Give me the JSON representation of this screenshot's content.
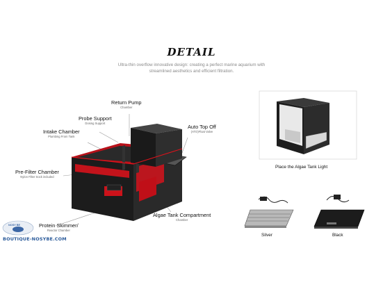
{
  "header": {
    "title": "DETAIL",
    "subtitle_line1": "Ultra-thin overflow innovative design: creating a perfect marine aquarium with",
    "subtitle_line2": "streamlined aesthetics and efficient filtration."
  },
  "callouts": {
    "return_pump": {
      "label": "Return Pump",
      "sub": "Chamber"
    },
    "probe_support": {
      "label": "Probe Support",
      "sub": "Dosing Support"
    },
    "intake_chamber": {
      "label": "Intake Chamber",
      "sub": "Plumbing From Tank"
    },
    "auto_top_off": {
      "label": "Auto Top Off",
      "sub": "(ATO)Float Valve"
    },
    "pre_filter": {
      "label": "Pre-Filter Chamber",
      "sub": "Nylon Filter Sock included"
    },
    "algae_tank": {
      "label": "Algae Tank Compartment",
      "sub": "Chamber"
    },
    "protein_skimmer": {
      "label": "Protein Skimmer/",
      "sub": "Reactor Chamber"
    }
  },
  "right_panel": {
    "algae_caption": "Place the Algae Tank Light",
    "silver_label": "Silver",
    "black_label": "Black"
  },
  "watermark": {
    "logo": "NOSY BE",
    "site": "BOUTIQUE-NOSYBE.COM"
  },
  "colors": {
    "accent_red": "#e0121b",
    "tank_black": "#1a1a1a",
    "line_gray": "#9a9a9a"
  }
}
